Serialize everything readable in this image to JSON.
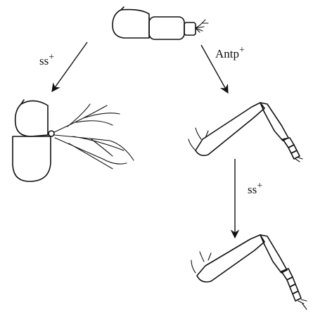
{
  "labels": {
    "left_arrow": {
      "base": "ss",
      "sup": "+"
    },
    "right_arrow": {
      "base": "Antp",
      "sup": "+"
    },
    "down_arrow": {
      "base": "ss",
      "sup": "+"
    }
  },
  "colors": {
    "ink": "#111111",
    "background": "#ffffff"
  }
}
